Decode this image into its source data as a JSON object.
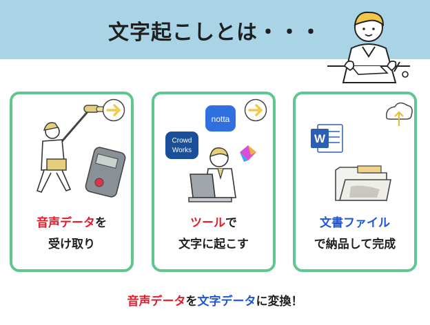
{
  "header": {
    "title": "文字起こしとは・・・"
  },
  "cards": [
    {
      "highlight": "音声データ",
      "rest1": "を",
      "line2": "受け取り",
      "highlight_color": "#e21b2a"
    },
    {
      "highlight": "ツール",
      "rest1": "で",
      "line2": "文字に起こす",
      "highlight_color": "#e21b2a",
      "logos": {
        "notta": "notta",
        "crowdworks_line1": "Crowd",
        "crowdworks_line2": "Works"
      }
    },
    {
      "highlight": "文書ファイル",
      "rest1": "",
      "line2": "で納品して完成",
      "highlight_color": "#1f55d4",
      "word_letter": "W"
    }
  ],
  "footer": {
    "part1": "音声データ",
    "part2": "を",
    "part3": "文字データ",
    "part4": "に変換！"
  },
  "icons": [
    "arrow-right-icon",
    "cloud-upload-icon",
    "word-file-icon",
    "folder-icon",
    "recorder-icon",
    "boom-mic-icon",
    "laptop-icon"
  ],
  "colors": {
    "banner": "#a8d4e6",
    "card_border": "#5ec78f",
    "red": "#e21b2a",
    "blue": "#1f55d4",
    "arrow_badge": "#f2c94c"
  }
}
